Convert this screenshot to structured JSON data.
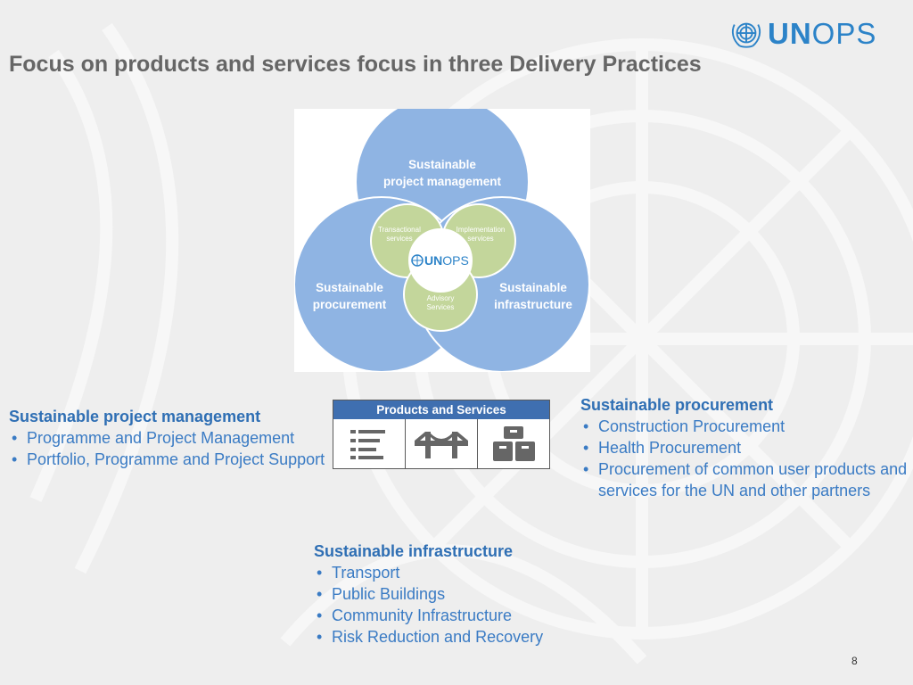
{
  "logo": {
    "text_bold": "UN",
    "text_regular": "OPS"
  },
  "title": "Focus on products and services focus in three Delivery Practices",
  "diagram": {
    "circle_top": [
      "Sustainable",
      "project management"
    ],
    "circle_left": [
      "Sustainable",
      "procurement"
    ],
    "circle_right": [
      "Sustainable",
      "infrastructure"
    ],
    "inner_left": [
      "Transactional",
      "services"
    ],
    "inner_right": [
      "Implementation",
      "services"
    ],
    "inner_bottom": [
      "Advisory",
      "Services"
    ],
    "center_logo_bold": "UN",
    "center_logo_regular": "OPS",
    "colors": {
      "outer": "#8fb4e3",
      "inner": "#c3d69b",
      "text_outer": "#ffffff",
      "text_inner": "#ffffff",
      "logo": "#2c83c8"
    }
  },
  "products_table": {
    "header": "Products and Services",
    "icons": [
      "list-icon",
      "bridge-icon",
      "boxes-icon"
    ]
  },
  "project_management": {
    "heading": "Sustainable project management",
    "items": [
      "Programme and Project Management",
      "Portfolio, Programme and Project Support"
    ]
  },
  "procurement": {
    "heading": "Sustainable procurement",
    "items": [
      "Construction Procurement",
      "Health Procurement",
      "Procurement of common user products and services for the UN and other partners"
    ]
  },
  "infrastructure": {
    "heading": "Sustainable infrastructure",
    "items": [
      "Transport",
      "Public Buildings",
      "Community Infrastructure",
      "Risk Reduction and Recovery"
    ]
  },
  "page_number": "8"
}
